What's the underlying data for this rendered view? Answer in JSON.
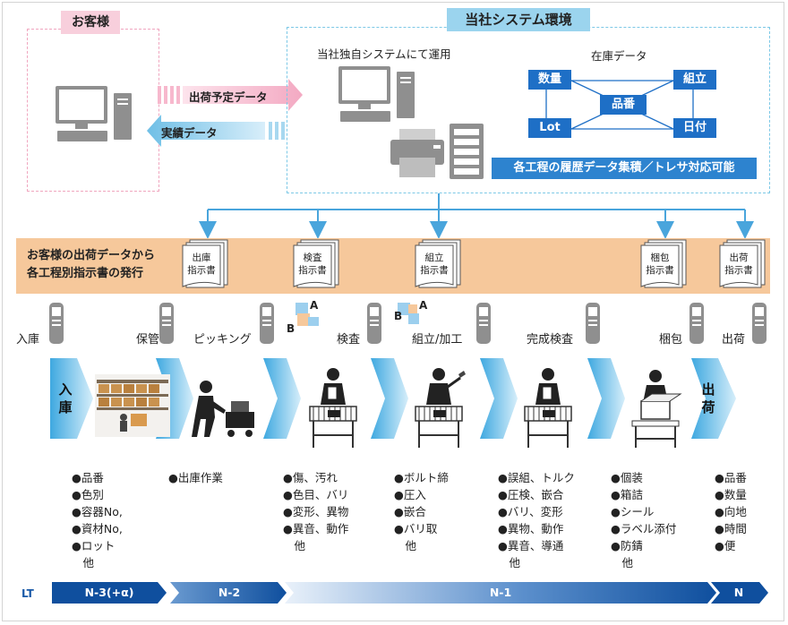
{
  "customer": {
    "title": "お客様",
    "arrow_out": "出荷予定データ",
    "arrow_in": "実績データ"
  },
  "system": {
    "title": "当社システム環境",
    "operation": "当社独自システムにて運用",
    "inventory_title": "在庫データ",
    "nodes": {
      "qty": "数量",
      "assembly": "組立",
      "part": "品番",
      "lot": "Lot",
      "date": "日付"
    },
    "history": "各工程の履歴データ集積／トレサ対応可能"
  },
  "band": {
    "line1": "お客様の出荷データから",
    "line2": "各工程別指示書の発行",
    "docs": [
      {
        "line1": "出庫",
        "line2": "指示書"
      },
      {
        "line1": "検査",
        "line2": "指示書"
      },
      {
        "line1": "組立",
        "line2": "指示書"
      },
      {
        "line1": "梱包",
        "line2": "指示書"
      },
      {
        "line1": "出荷",
        "line2": "指示書"
      }
    ]
  },
  "processes": [
    "入庫",
    "保管",
    "ピッキング",
    "検査",
    "組立/加工",
    "完成検査",
    "梱包",
    "出荷"
  ],
  "ab_marks": {
    "a": "A",
    "b": "B"
  },
  "flow": {
    "receive": [
      "入",
      "庫"
    ],
    "ship": [
      "出",
      "荷"
    ]
  },
  "items": [
    [
      "●品番",
      "●色別",
      "●容器No,",
      "●資材No,",
      "●ロット",
      "　他"
    ],
    [
      "●出庫作業"
    ],
    [
      "●傷、汚れ",
      "●色目、バリ",
      "●変形、異物",
      "●異音、動作",
      "　他"
    ],
    [
      "●ボルト締",
      "●圧入",
      "●嵌合",
      "●バリ取",
      "　他"
    ],
    [
      "●誤組、トルク",
      "●圧検、嵌合",
      "●バリ、変形",
      "●異物、動作",
      "●異音、導通",
      "　他"
    ],
    [
      "●個装",
      "●箱詰",
      "●シール",
      "●ラベル添付",
      "●防錆",
      "　他"
    ],
    [
      "●品番",
      "●数量",
      "●向地",
      "●時間",
      "●便"
    ]
  ],
  "lt": {
    "label": "LT",
    "segments": [
      "N-3(+α)",
      "N-2",
      "N-1",
      "N"
    ]
  },
  "colors": {
    "pink": "#f8cfdc",
    "sky": "#9bd4ee",
    "blue": "#1e6fc6",
    "navy": "#0f4f9e",
    "orange": "#f6c89b",
    "gray": "#8f8f8f"
  }
}
